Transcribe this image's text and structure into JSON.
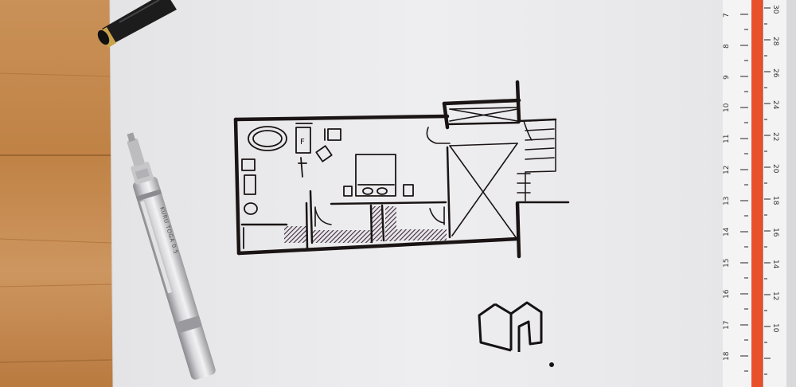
{
  "scene": {
    "subject": "hand-drawn floor plan sketch on white paper",
    "objects": [
      "wooden-table",
      "paper-sheet",
      "floor-plan-sketch",
      "logo-sketch",
      "mechanical-pencil",
      "marker-pen",
      "ruler"
    ]
  },
  "pencil": {
    "label": "KURU TOGA 0.5"
  },
  "ruler_inner": {
    "ticks": [
      "7",
      "8",
      "9",
      "10",
      "11",
      "12",
      "13",
      "14",
      "15",
      "16",
      "17",
      "18"
    ]
  },
  "ruler_outer": {
    "ticks": [
      "30",
      "28",
      "26",
      "24",
      "22",
      "20",
      "18",
      "16",
      "14",
      "12",
      "10"
    ]
  },
  "floorplan": {
    "fixture_label": "F"
  },
  "colors": {
    "wood": "#c58a4e",
    "paper": "#ebebeb",
    "ink": "#1a1414",
    "hatch": "#3a2a3a",
    "ruler_stripe": "#e8502a"
  }
}
